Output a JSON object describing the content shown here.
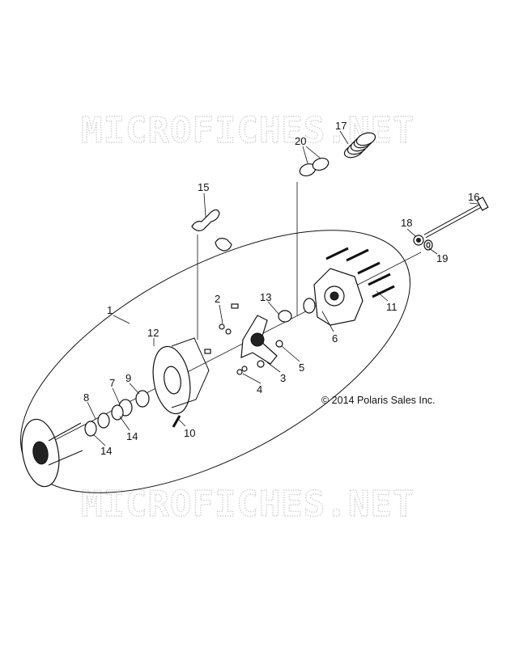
{
  "watermark": {
    "text_top": "MICROFICHES.NET",
    "text_bottom": "MICROFICHES.NET"
  },
  "copyright": "© 2014 Polaris Sales Inc.",
  "callouts": {
    "c1": "1",
    "c2": "2",
    "c3": "3",
    "c4": "4",
    "c5": "5",
    "c6": "6",
    "c7": "7",
    "c8": "8",
    "c9": "9",
    "c10": "10",
    "c11": "11",
    "c12": "12",
    "c13": "13",
    "c14a": "14",
    "c14b": "14",
    "c15": "15",
    "c16": "16",
    "c17": "17",
    "c18": "18",
    "c19": "19",
    "c20": "20"
  }
}
